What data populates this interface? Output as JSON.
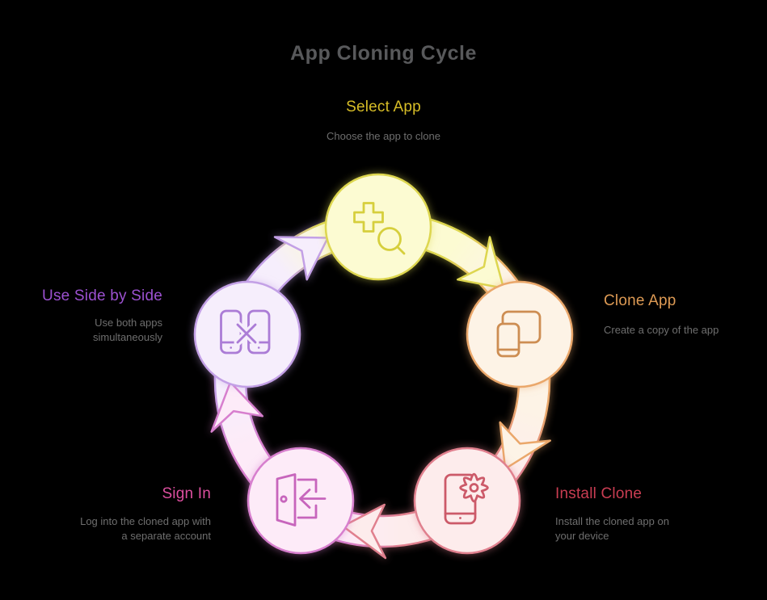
{
  "title": "App Cloning Cycle",
  "colors": {
    "background": "#000000",
    "title_text": "#58595b",
    "description_text": "#6e6e6e"
  },
  "cycle_order": [
    "select-app",
    "clone-app",
    "install-clone",
    "sign-in",
    "use-side-by-side"
  ],
  "stages": {
    "0": {
      "id": "select-app",
      "label": "Select App",
      "description": "Choose the app to clone",
      "label_color": "#d7bd27",
      "fill": "#fcfbd2",
      "stroke": "#ddd64f",
      "icon_stroke": "#d6cf3d",
      "icon": "plus-and-magnifier"
    },
    "1": {
      "id": "clone-app",
      "label": "Clone App",
      "description": "Create a copy of the app",
      "label_color": "#dd9a54",
      "fill": "#fdf3e6",
      "stroke": "#eaa76b",
      "icon_stroke": "#cd8d52",
      "icon": "overlapping-devices"
    },
    "2": {
      "id": "install-clone",
      "label": "Install Clone",
      "description": "Install the cloned app on your device",
      "label_color": "#c93d52",
      "fill": "#fdecec",
      "stroke": "#e0808e",
      "icon_stroke": "#cc5a69",
      "icon": "phone-with-gear"
    },
    "3": {
      "id": "sign-in",
      "label": "Sign In",
      "description": "Log into the cloned app with a separate account",
      "label_color": "#dd4f9f",
      "fill": "#fdebf8",
      "stroke": "#d77fce",
      "icon_stroke": "#c765bc",
      "icon": "door-login-arrow"
    },
    "4": {
      "id": "use-side-by-side",
      "label": "Use Side by Side",
      "description": "Use both apps simultaneously",
      "label_color": "#9c51d0",
      "fill": "#f6eefc",
      "stroke": "#c3a0e6",
      "icon_stroke": "#ab7cd6",
      "icon": "two-phones-x"
    }
  }
}
